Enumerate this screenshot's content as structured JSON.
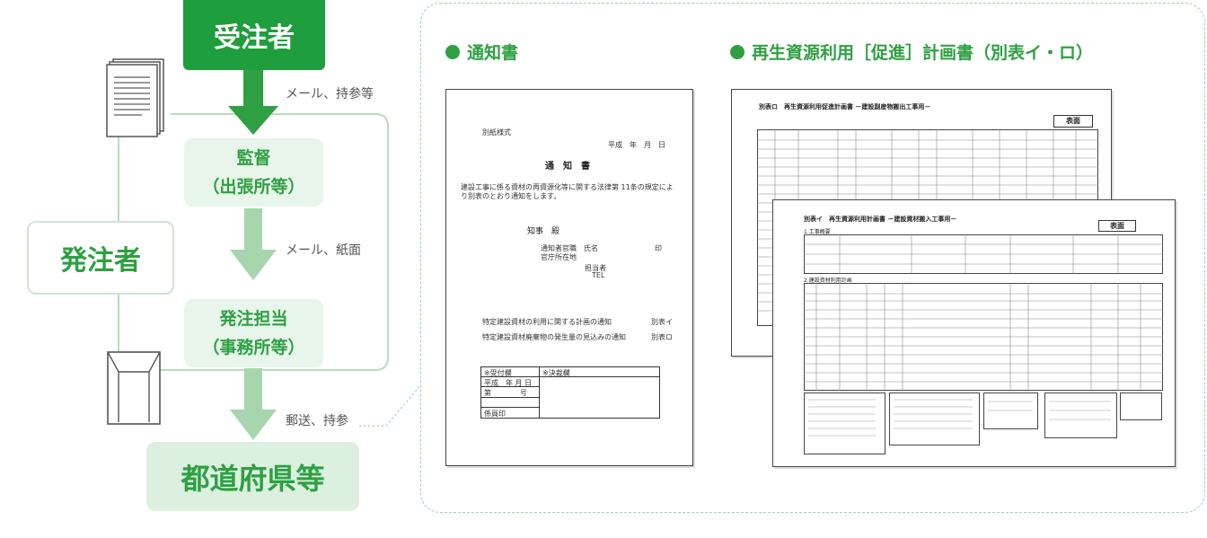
{
  "flow": {
    "contractor": "受注者",
    "ordering": "発注者",
    "supervisor_line1": "監督",
    "supervisor_line2": "（出張所等）",
    "orderer_line1": "発注担当",
    "orderer_line2": "（事務所等）",
    "prefecture": "都道府県等",
    "arrow1_label": "メール、持参等",
    "arrow2_label": "メール、紙面",
    "arrow3_label": "郵送、持参"
  },
  "panel": {
    "heading_notice": "通知書",
    "heading_plan": "再生資源利用［促進］計画書（別表イ・ロ）"
  },
  "notice_doc": {
    "format_label": "別紙様式",
    "date_line": "平成　年　月　日",
    "title": "通　知　書",
    "body": "建設工事に係る資材の再資源化等に関する法律第 11条の規定により別表のとおり通知をします。",
    "addressee": "知事　殿",
    "sender_line1": "通知者官職　氏名",
    "seal": "印",
    "sender_line2": "官庁所在地",
    "person_in_charge": "担当者",
    "tel": "TEL",
    "item1": "特定建設資材の利用に関する計画の通知",
    "item1_ref": "別表イ",
    "item2": "特定建設資材廃棄物の発生量の見込みの通知",
    "item2_ref": "別表ロ",
    "receipt_label": "※受付欄",
    "approval_label": "※決裁欄",
    "receipt_date": "平成　年 月 日",
    "receipt_number": "第　　　　号",
    "staff_seal": "係員印"
  },
  "plan_back": {
    "title": "別表ロ　再生資源利用促進計画書 －建設副産物搬出工事用－",
    "tag": "表面"
  },
  "plan_front": {
    "title": "別表イ　再生資源利用計画書 －建設資材搬入工事用－",
    "tag": "表面",
    "section1": "1.工事概要",
    "section2": "2.建設資材利用計画"
  }
}
